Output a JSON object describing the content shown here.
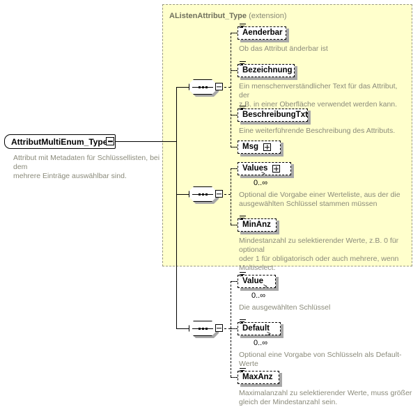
{
  "diagram": {
    "kind": "xsd-schema-diagram",
    "root": {
      "name": "AttributMultiEnum_Type",
      "documentation": "Attribut mit Metadaten für Schlüssellisten, bei dem\nmehrere Einträge auswählbar sind.",
      "expander": "minus"
    },
    "extension_group": {
      "title": "AListenAttribut_Type",
      "title_suffix": "(extension)",
      "fill_color": "#ffffcc",
      "border_color": "#9a9a83"
    },
    "sequences": [
      {
        "id": "seq-1",
        "icon": "sequence-icon",
        "expander": "minus"
      },
      {
        "id": "seq-2",
        "icon": "sequence-icon",
        "expander": "minus"
      },
      {
        "id": "seq-3",
        "icon": "sequence-icon",
        "expander": "minus"
      }
    ],
    "elements": [
      {
        "name": "Aenderbar",
        "occurrence": "",
        "optional": true,
        "attribute_marker": true,
        "expander": "",
        "documentation": "Ob das Attribut änderbar ist"
      },
      {
        "name": "Bezeichnung",
        "occurrence": "",
        "optional": true,
        "attribute_marker": true,
        "expander": "",
        "documentation": "Ein menschenverständlicher Text für das Attribut, der\nz.B. in einer Oberfläche verwendet werden kann."
      },
      {
        "name": "BeschreibungTxt",
        "occurrence": "",
        "optional": true,
        "attribute_marker": true,
        "expander": "",
        "documentation": "Eine weiterführende Beschreibung des Attributs."
      },
      {
        "name": "Msg",
        "occurrence": "",
        "optional": true,
        "attribute_marker": false,
        "expander": "plus",
        "documentation": ""
      },
      {
        "name": "Values",
        "occurrence": "0..∞",
        "optional": true,
        "attribute_marker": false,
        "expander": "plus",
        "documentation": "Optional die Vorgabe einer Werteliste, aus der die\nausgewählten Schlüssel stammen müssen"
      },
      {
        "name": "MinAnz",
        "occurrence": "",
        "optional": true,
        "attribute_marker": true,
        "expander": "",
        "documentation": "Mindestanzahl zu selektierender Werte, z.B. 0 für optional\noder 1 für obligatorisch oder auch mehrere, wenn\nMultiselect."
      },
      {
        "name": "Value",
        "occurrence": "0..∞",
        "optional": true,
        "attribute_marker": true,
        "expander": "",
        "documentation": "Die ausgewählten Schlüssel"
      },
      {
        "name": "Default",
        "occurrence": "0..∞",
        "optional": true,
        "attribute_marker": true,
        "expander": "",
        "documentation": "Optional eine Vorgabe von Schlüsseln als Default-Werte"
      },
      {
        "name": "MaxAnz",
        "occurrence": "",
        "optional": true,
        "attribute_marker": true,
        "expander": "",
        "documentation": "Maximalanzahl zu selektierender Werte, muss größer\ngleich der Mindestanzahl sein."
      }
    ]
  }
}
